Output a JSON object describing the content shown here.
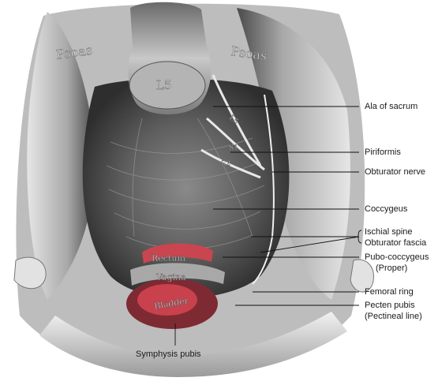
{
  "anatomy_text": {
    "psoas_left": "Psoas",
    "psoas_right": "Psoas",
    "vertebra": "L5",
    "nerve_l5": "L5",
    "nerve_s1": "S1",
    "nerve_s2": "S2",
    "rectum": "Rectum",
    "vagina": "Vagina",
    "bladder": "Bladder"
  },
  "labels": {
    "ala_of_sacrum": "Ala of sacrum",
    "piriformis": "Piriformis",
    "obturator_nerve": "Obturator nerve",
    "coccygeus": "Coccygeus",
    "ischial_spine": "Ischial spine",
    "obturator_fascia": "Obturator fascia",
    "pubo_coccygeus": "Pubo-coccygeus",
    "pubo_coccygeus_sub": "(Proper)",
    "femoral_ring": "Femoral ring",
    "pecten_pubis": "Pecten pubis",
    "pecten_pubis_sub": "(Pectineal line)",
    "symphysis_pubis": "Symphysis pubis"
  },
  "colors": {
    "background": "#ffffff",
    "tissue_dark": "#3a3a3a",
    "tissue_mid": "#7a7a7a",
    "tissue_light": "#c9c9c9",
    "organ_red": "#b83a44",
    "leader_line": "#111111"
  }
}
